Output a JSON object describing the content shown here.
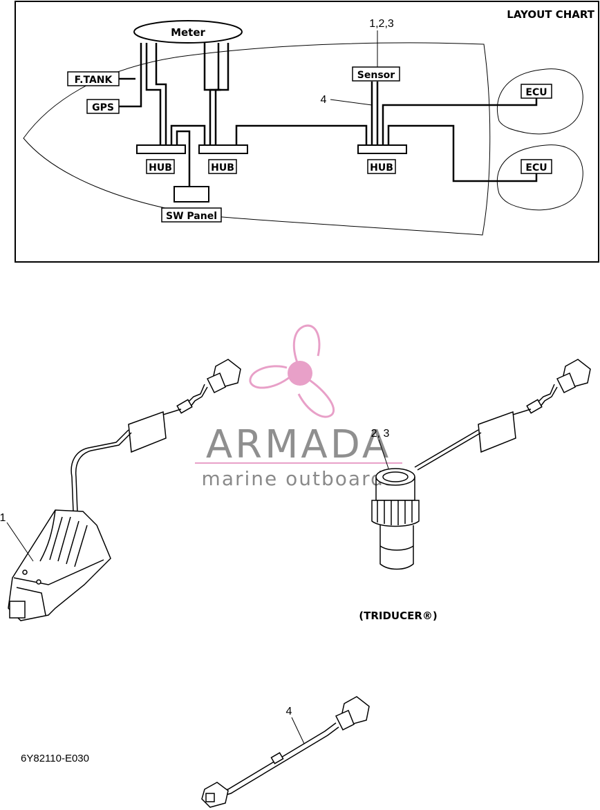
{
  "layout_chart": {
    "title": "LAYOUT CHART",
    "meter": "Meter",
    "ftank": "F.TANK",
    "gps": "GPS",
    "hub": "HUB",
    "sw_panel": "SW Panel",
    "sensor": "Sensor",
    "ecu": "ECU",
    "callout_sensor": "1,2,3",
    "callout_cable": "4"
  },
  "parts": {
    "callout_1": "1",
    "callout_23": "2, 3",
    "triducer_caption": "(TRIDUCER®)",
    "callout_4": "4",
    "figure_code": "6Y82110-E030"
  },
  "watermark": {
    "brand": "ARMADA",
    "tagline": "marine outboards",
    "color": "#e8a0c8"
  }
}
